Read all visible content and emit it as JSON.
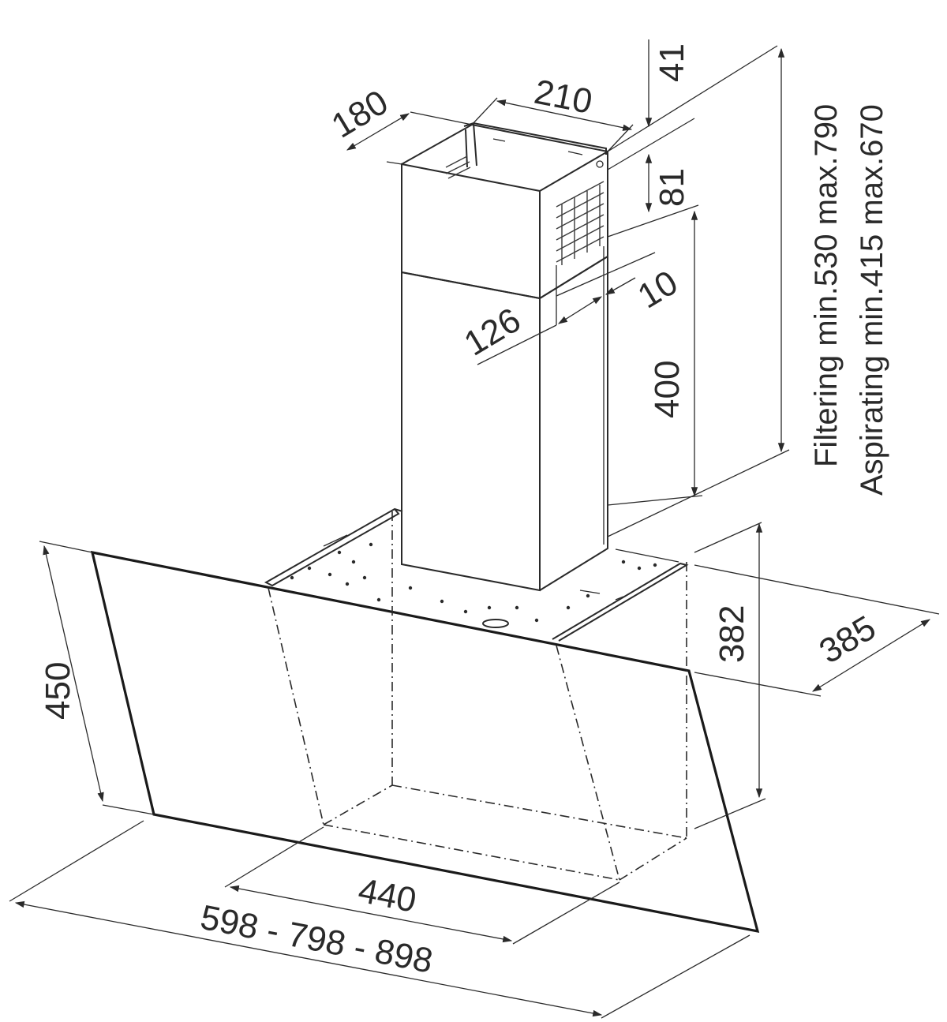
{
  "dimensions": {
    "chimney_width": "210",
    "chimney_depth": "180",
    "top_offset": "41",
    "upper_step": "81",
    "lower_chimney_height": "400",
    "inner_depth": "126",
    "inner_gap": "10",
    "hood_height": "450",
    "rear_height": "382",
    "hood_depth": "385",
    "inner_width": "440",
    "total_width": "598 - 798 - 898"
  },
  "notes": {
    "filtering": "Filtering min.530 max.790",
    "aspirating": "Aspirating min.415 max.670"
  }
}
